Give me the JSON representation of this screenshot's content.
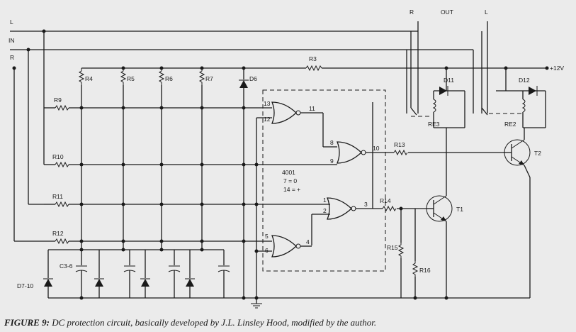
{
  "terminals": {
    "l_in": "L",
    "in": "IN",
    "r_in": "R",
    "r_out": "R",
    "out": "OUT",
    "l_out": "L",
    "supply": "+12V"
  },
  "resistors": {
    "r3": "R3",
    "r4": "R4",
    "r5": "R5",
    "r6": "R6",
    "r7": "R7",
    "r9": "R9",
    "r10": "R10",
    "r11": "R11",
    "r12": "R12",
    "r13": "R13",
    "r14": "R14",
    "r15": "R15",
    "r16": "R16"
  },
  "diodes": {
    "d6": "D6",
    "d11": "D11",
    "d12": "D12",
    "d7_10": "D7-10"
  },
  "capacitors": {
    "c3_6": "C3-6"
  },
  "relays": {
    "re3": "RE3",
    "re2": "RE2"
  },
  "transistors": {
    "t1": "T1",
    "t2": "T2"
  },
  "ic": {
    "part": "4001",
    "pin7": "7 = 0",
    "pin14": "14 = +"
  },
  "pins": {
    "p13": "13",
    "p12": "12",
    "p11": "11",
    "p8": "8",
    "p9": "9",
    "p10": "10",
    "p1": "1",
    "p2": "2",
    "p3": "3",
    "p5": "5",
    "p6": "6",
    "p4": "4"
  },
  "caption": {
    "label": "FIGURE 9:",
    "text": " DC protection circuit, basically developed by J.L. Linsley Hood, modified by the author."
  }
}
